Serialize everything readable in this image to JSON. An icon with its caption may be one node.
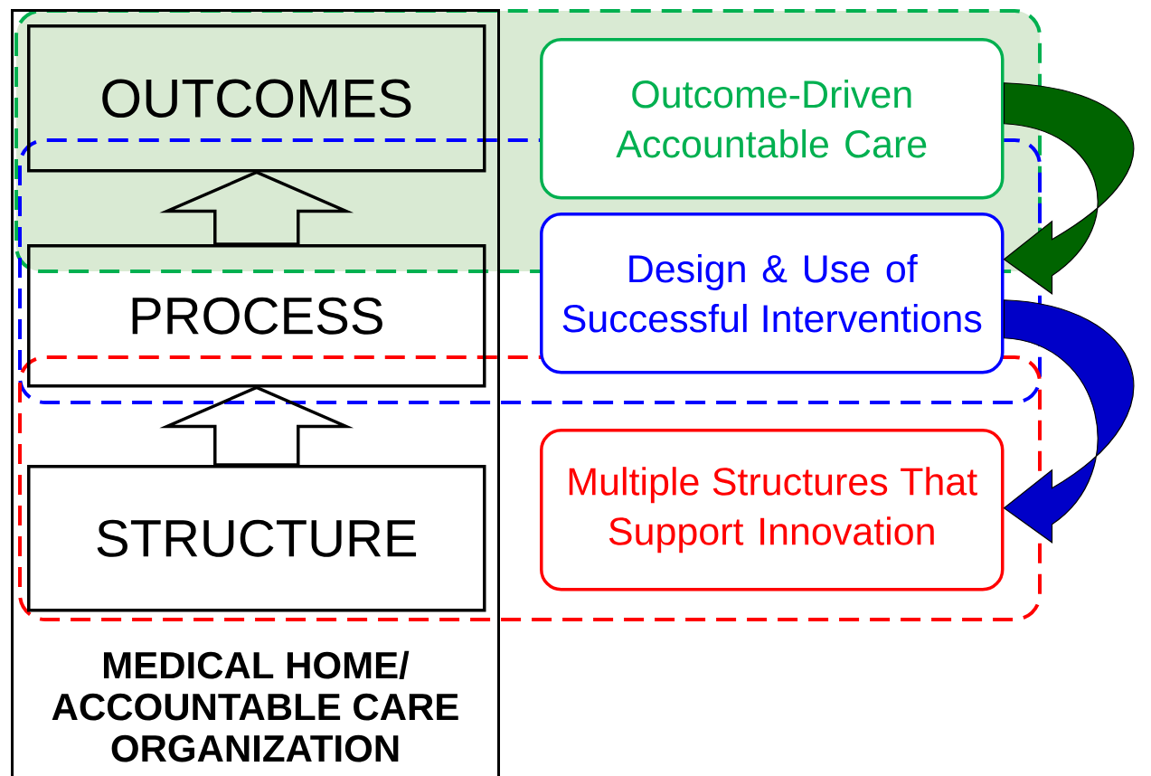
{
  "diagram": {
    "nodes": [
      {
        "text": [
          "MEDICAL HOME/ ACCOUNTABLE CARE ORGANIZATION"
        ]
      },
      {
        "text": [
          "OUTCOMES"
        ],
        "in": 0
      },
      {
        "text": [
          "PROCESS"
        ],
        "in": 0
      },
      {
        "text": [
          "STRUCTURE"
        ],
        "in": 0
      },
      {
        "text": [
          "Outcome-Driven Accountable Care"
        ]
      },
      {
        "text": [
          "Design & Use of Successful Interventions"
        ]
      },
      {
        "text": [
          "Multiple Structures That Support Innovation"
        ]
      }
    ],
    "edges": [
      {
        "from": 3,
        "to": 2,
        "arrow": "to",
        "color": "#000000"
      },
      {
        "from": 2,
        "to": 1,
        "arrow": "to",
        "color": "#000000"
      },
      {
        "from": 4,
        "to": 5,
        "arrow": "to",
        "color": "#006400"
      },
      {
        "from": 5,
        "to": 6,
        "arrow": "to",
        "color": "#0000c8"
      }
    ]
  }
}
